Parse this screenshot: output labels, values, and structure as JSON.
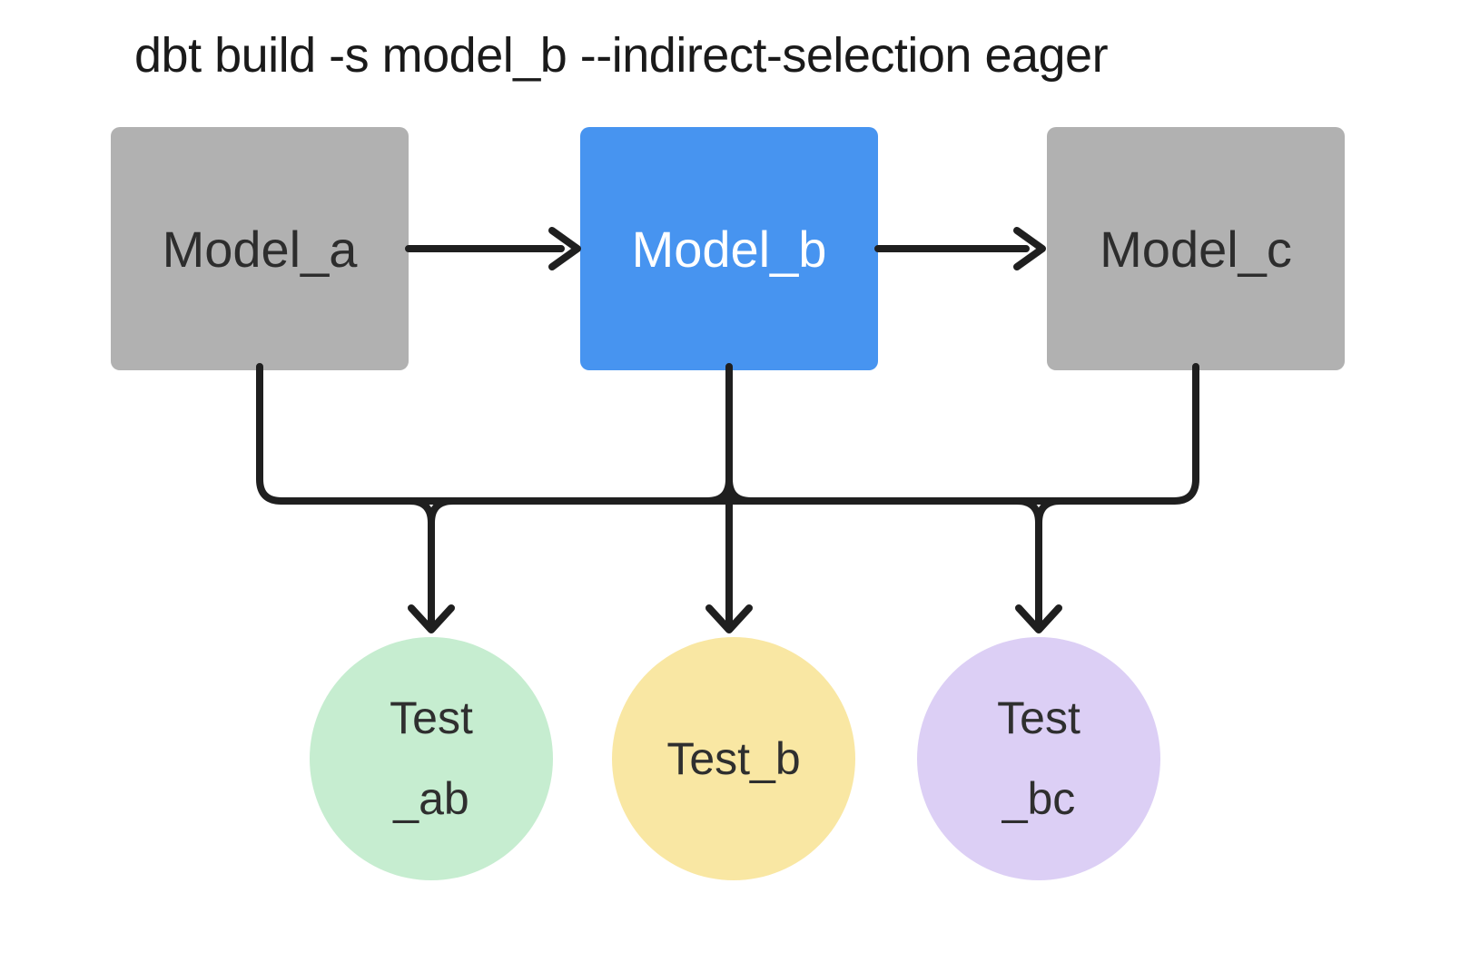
{
  "title": "dbt build -s model_b --indirect-selection eager",
  "nodes": {
    "model_a": {
      "label": "Model_a",
      "kind": "model",
      "fill": "#b1b1b1",
      "text_color": "#2d2d2d"
    },
    "model_b": {
      "label": "Model_b",
      "kind": "model",
      "selected": true,
      "fill": "#4794f0",
      "text_color": "#ffffff"
    },
    "model_c": {
      "label": "Model_c",
      "kind": "model",
      "fill": "#b1b1b1",
      "text_color": "#2d2d2d"
    },
    "test_ab": {
      "label": "Test _ab",
      "line1": "Test",
      "line2": "_ab",
      "kind": "test",
      "fill": "#c6edd0",
      "text_color": "#2f2f2f"
    },
    "test_b": {
      "label": "Test_b",
      "line1": "Test_b",
      "kind": "test",
      "fill": "#f9e7a3",
      "text_color": "#2f2f2f"
    },
    "test_bc": {
      "label": "Test _bc",
      "line1": "Test",
      "line2": "_bc",
      "kind": "test",
      "fill": "#dccff5",
      "text_color": "#2f2f2f"
    }
  },
  "edges": [
    {
      "from": "model_a",
      "to": "model_b"
    },
    {
      "from": "model_b",
      "to": "model_c"
    },
    {
      "from": "model_a",
      "to": "test_ab"
    },
    {
      "from": "model_b",
      "to": "test_ab"
    },
    {
      "from": "model_b",
      "to": "test_b"
    },
    {
      "from": "model_b",
      "to": "test_bc"
    },
    {
      "from": "model_c",
      "to": "test_bc"
    }
  ],
  "colors": {
    "edge": "#1f1f1f",
    "background": "#ffffff"
  }
}
